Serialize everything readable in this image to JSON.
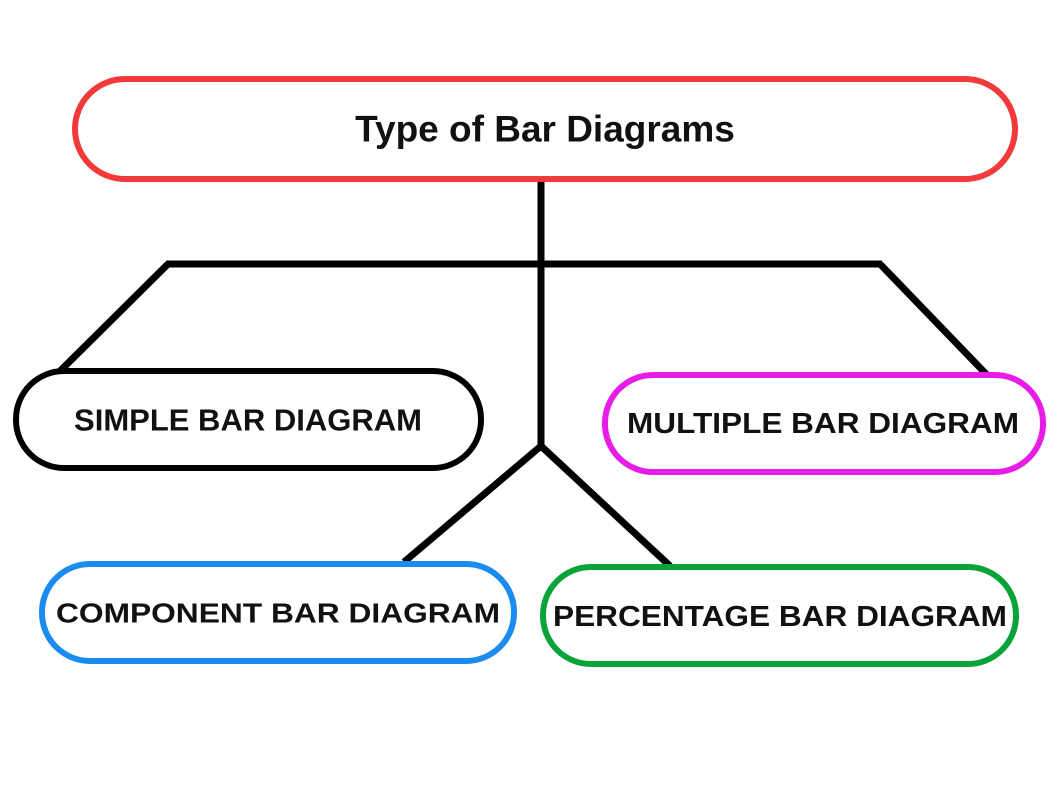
{
  "root": {
    "label": "Type of Bar Diagrams",
    "color": "#f23a3a"
  },
  "nodes": [
    {
      "id": "simple",
      "label": "SIMPLE BAR DIAGRAM",
      "color": "#000000"
    },
    {
      "id": "multiple",
      "label": "MULTIPLE BAR DIAGRAM",
      "color": "#e81ce8"
    },
    {
      "id": "component",
      "label": "COMPONENT BAR DIAGRAM",
      "color": "#1a8cf0"
    },
    {
      "id": "percentage",
      "label": "PERCENTAGE BAR DIAGRAM",
      "color": "#0aa33a"
    }
  ]
}
